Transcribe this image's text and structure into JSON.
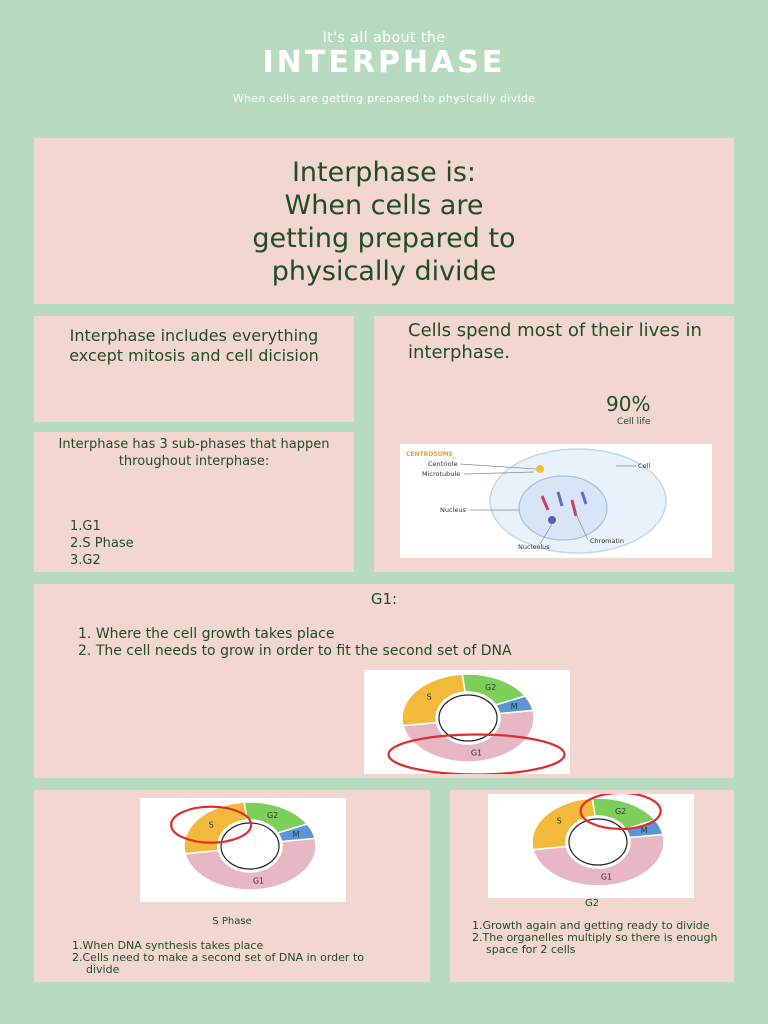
{
  "header": {
    "pretitle": "It's all about the",
    "title": "INTERPHASE",
    "subtitle": "When cells are getting prepared to physically divide"
  },
  "definition": {
    "line1": "Interphase is:",
    "line2": "When cells are",
    "line3": "getting prepared to",
    "line4": "physically divide"
  },
  "includes": {
    "text": "Interphase includes everything except mitosis and cell dicision"
  },
  "lifespan": {
    "text": "Cells spend most of their lives in interphase.",
    "percent": "90%",
    "percent_label": "Cell life",
    "diagram_labels": {
      "centrosome": "CENTROSOME",
      "centriole": "Centriole",
      "microtubule": "Microtubule",
      "cell": "Cell",
      "nucleus": "Nucleus",
      "chromatin": "Chromatin",
      "nucleolus": "Nucleolus"
    }
  },
  "subphases": {
    "intro": "Interphase has 3 sub-phases that happen throughout interphase:",
    "items": [
      {
        "num": "1.",
        "label": "G1"
      },
      {
        "num": "2.",
        "label": "S Phase"
      },
      {
        "num": "3.",
        "label": "G2"
      }
    ]
  },
  "cycle_labels": {
    "s": "S",
    "g2": "G2",
    "m": "M",
    "g1": "G1"
  },
  "colors": {
    "background": "#b7dbbf",
    "card": "#f2d6cf",
    "text": "#1f4d2b",
    "s_phase": "#f2b93b",
    "g2_phase": "#7ccf5a",
    "m_phase": "#5b95d6",
    "g1_phase": "#e7b8c3",
    "highlight": "#e22b2b"
  },
  "g1": {
    "title": "G1:",
    "items": [
      {
        "num": "1.",
        "text": "Where the cell growth takes place"
      },
      {
        "num": "2.",
        "text": "The cell needs to grow in order to fit the second set of DNA"
      }
    ]
  },
  "s_phase": {
    "caption": "S Phase",
    "items": [
      {
        "num": "1.",
        "text": "When DNA synthesis takes place"
      },
      {
        "num": "2.",
        "text": "Cells need to make a second set of DNA in order to divide"
      }
    ]
  },
  "g2": {
    "caption": "G2",
    "items": [
      {
        "num": "1.",
        "text": "Growth again and getting ready to divide"
      },
      {
        "num": "2.",
        "text": "The organelles multiply so there is enough space for 2 cells"
      }
    ]
  }
}
